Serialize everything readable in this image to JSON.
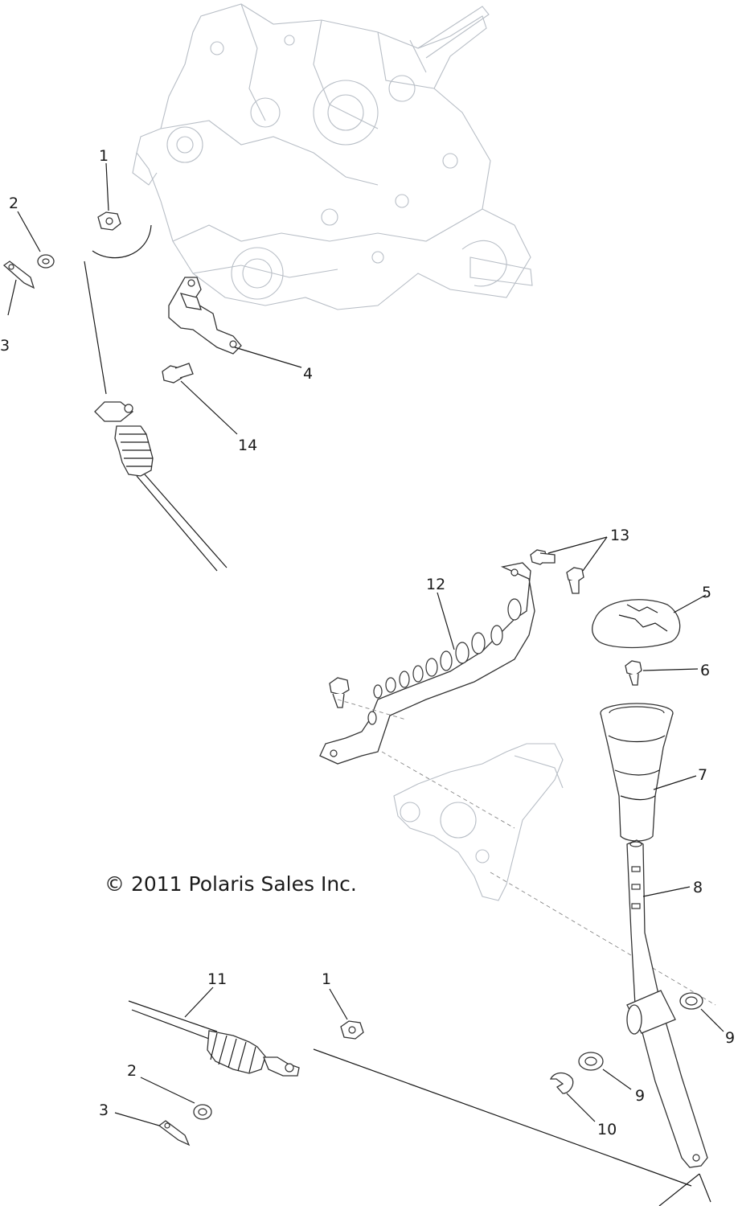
{
  "copyright": "© 2011 Polaris Sales Inc.",
  "callouts": {
    "c1_top": "1",
    "c2_top": "2",
    "c3_top": "3",
    "c4": "4",
    "c14": "14",
    "c13": "13",
    "c12": "12",
    "c5": "5",
    "c6": "6",
    "c7": "7",
    "c8": "8",
    "c11": "11",
    "c1_bottom": "1",
    "c2_bottom": "2",
    "c3_bottom": "3",
    "c9_right": "9",
    "c9_lower": "9",
    "c10": "10"
  }
}
